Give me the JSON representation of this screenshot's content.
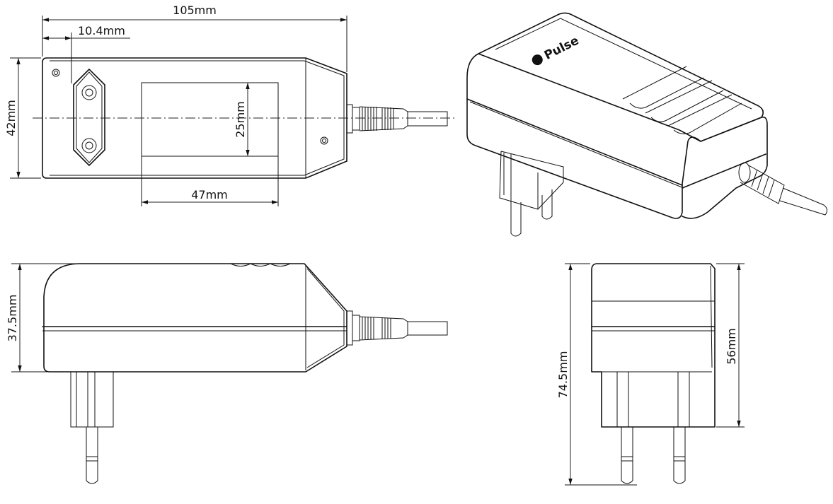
{
  "dimensions": {
    "length": "105mm",
    "pin_offset": "10.4mm",
    "width": "42mm",
    "label_height": "25mm",
    "label_width": "47mm",
    "body_height": "37.5mm",
    "overall_height": "74.5mm",
    "depth": "56mm"
  },
  "brand": {
    "logo_text": "Pulse"
  }
}
